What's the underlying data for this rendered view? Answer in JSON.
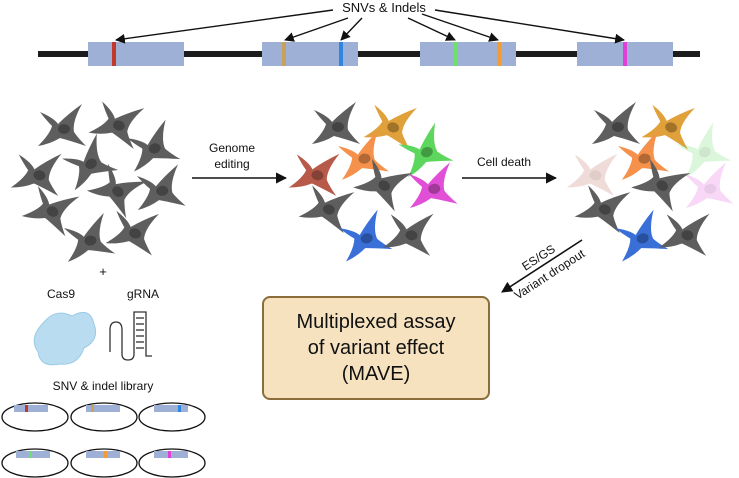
{
  "header": {
    "label": "SNVs & Indels"
  },
  "steps": {
    "editing_line1": "Genome",
    "editing_line2": "editing",
    "death": "Cell death",
    "scoring_line1": "ES/GS",
    "scoring_line2": "Variant dropout"
  },
  "reagents": {
    "plus": "+",
    "cas9": "Cas9",
    "grna": "gRNA",
    "library_label": "SNV & indel library"
  },
  "result": {
    "line1": "Multiplexed assay",
    "line2": "of variant effect",
    "line3": "(MAVE)"
  },
  "colors": {
    "cell_gray": "#5e5e5e",
    "exon": "#9fb0d6",
    "chromosome": "#1c1c1c",
    "box_fill": "#f6e2bf",
    "box_border": "#8a6d3b",
    "variant_red": "#c0392b",
    "variant_tan": "#c8a15a",
    "variant_blue": "#2e86de",
    "variant_green": "#6ee06e",
    "variant_orange": "#f39c34",
    "variant_magenta": "#e23fd6",
    "cell_brown": "#b85a4a",
    "cell_amber": "#e0a03a",
    "cell_orange": "#f5914a",
    "cell_green": "#5cd65c",
    "cell_magenta": "#e04fd6",
    "cell_blue": "#3a6fd8"
  },
  "icons": [
    "cell-icon",
    "cas9-protein-icon",
    "grna-icon",
    "plasmid-icon",
    "arrow-icon"
  ]
}
